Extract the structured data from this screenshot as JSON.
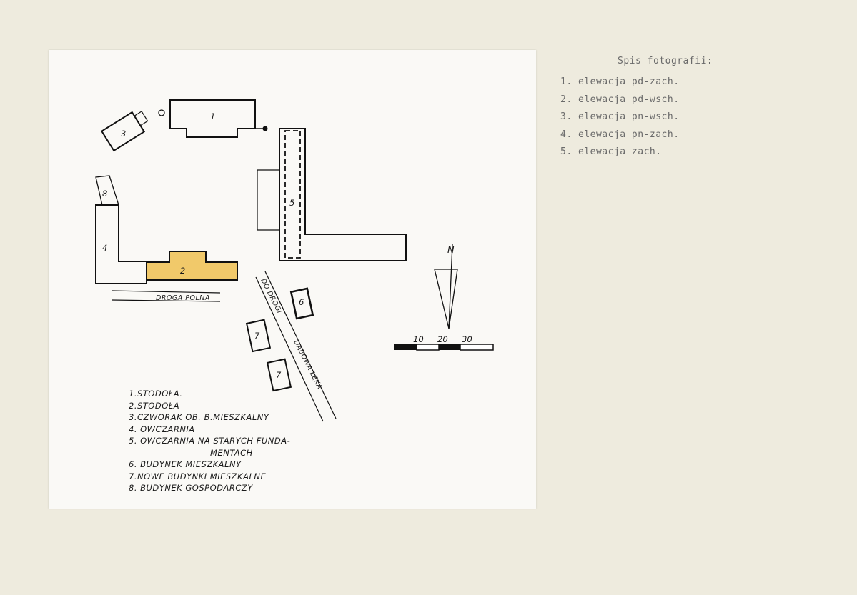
{
  "photo_list": {
    "title": "Spis fotografii:",
    "items": [
      "1. elewacja pd-zach.",
      "2. elewacja pd-wsch.",
      "3. elewacja pn-wsch.",
      "4. elewacja pn-zach.",
      "5. elewacja zach."
    ]
  },
  "plan": {
    "building_numbers": [
      "1",
      "2",
      "3",
      "4",
      "5",
      "6",
      "7",
      "7",
      "8"
    ],
    "road_label": "DROGA POLNA",
    "road2_label_a": "DO DROGI",
    "road2_label_b": "DĄBOWA ŁĘKA",
    "north_label": "N",
    "scale_labels": [
      "10",
      "20",
      "30"
    ],
    "highlight_color": "#f1c96a",
    "legend": [
      "1.STODOŁA.",
      "2.STODOŁA",
      "3.CZWORAK OB. B.MIESZKALNY",
      "4. OWCZARNIA",
      "5. OWCZARNIA NA STARYCH FUNDA-",
      "MENTACH",
      "6. BUDYNEK MIESZKALNY",
      "7.NOWE BUDYNKI MIESZKALNE",
      "8. BUDYNEK GOSPODARCZY"
    ]
  }
}
